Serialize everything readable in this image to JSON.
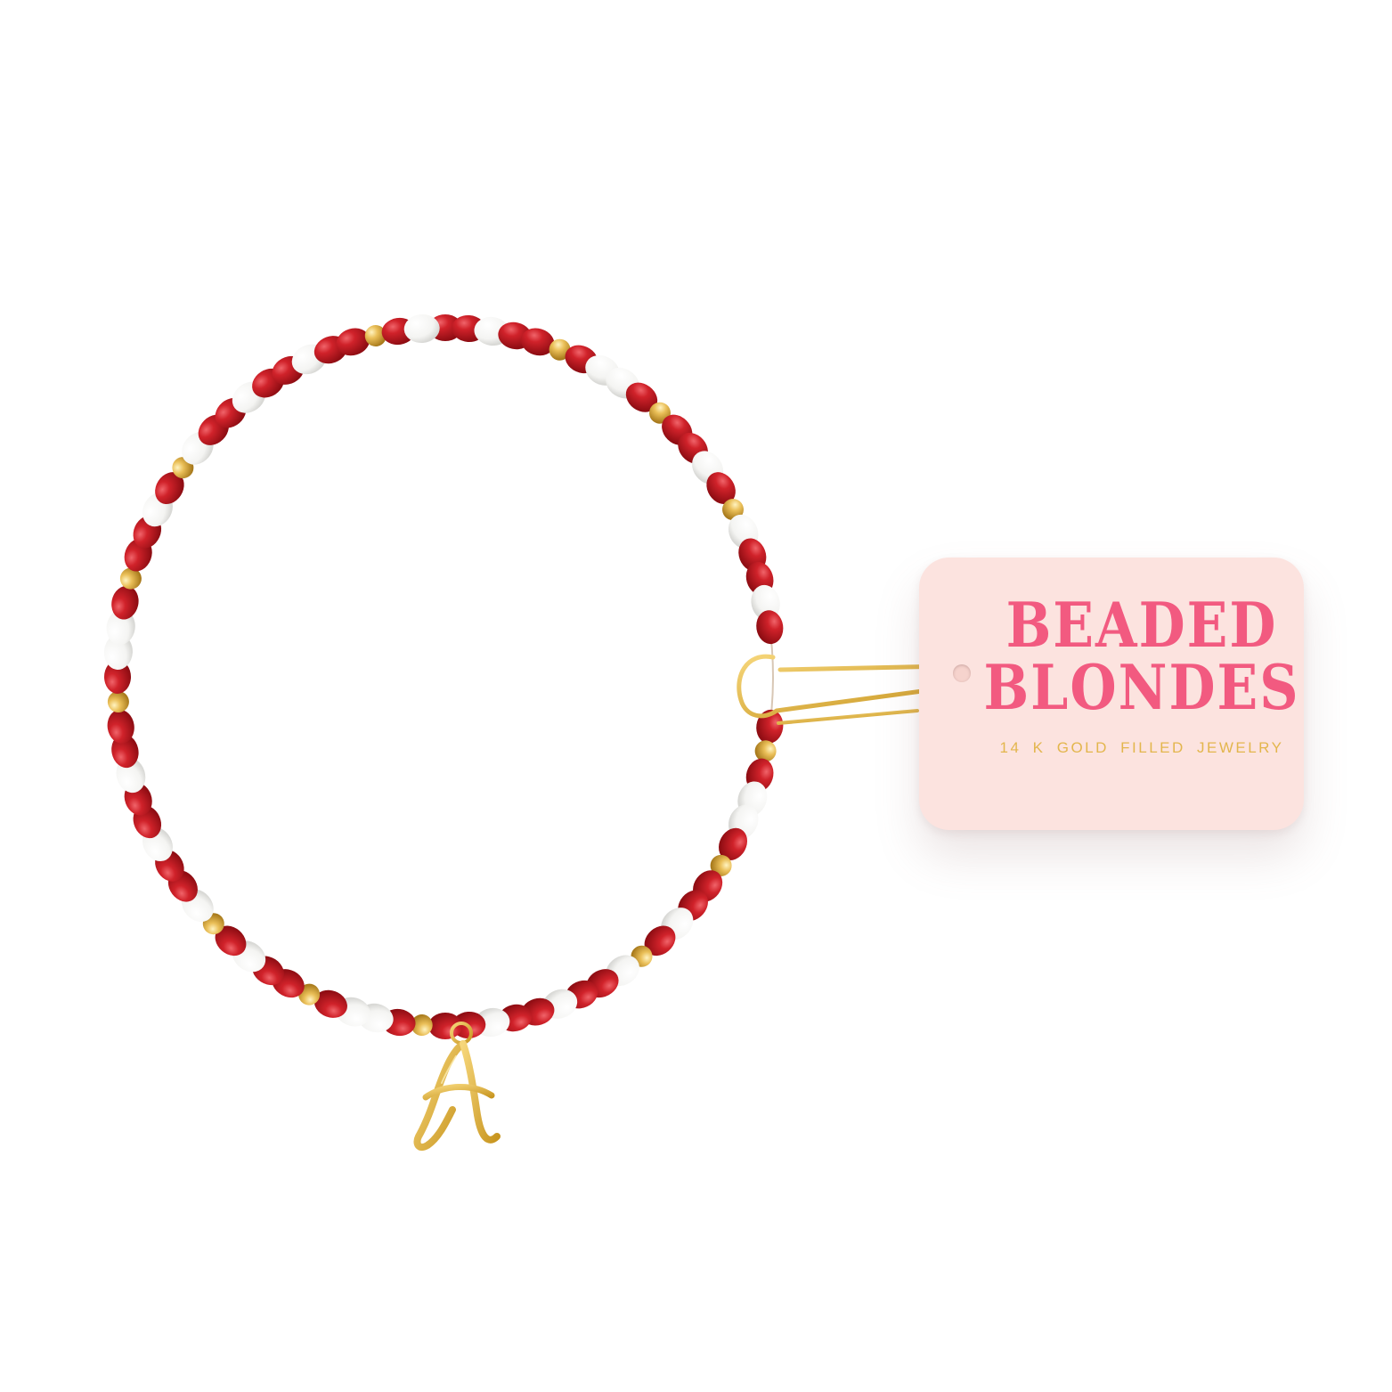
{
  "tag": {
    "brand_line1": "BEADED",
    "brand_line2": "BLONDES",
    "subtitle": "14 K GOLD FILLED JEWELRY"
  },
  "charm": {
    "letter": "A"
  },
  "colors": {
    "red_bead": "#c8151c",
    "white_bead": "#f7f7f5",
    "gold_bead": "#e6b647",
    "tag_background": "#fce3df",
    "brand_text": "#f25a80",
    "subtitle_text": "#e3b64d"
  }
}
